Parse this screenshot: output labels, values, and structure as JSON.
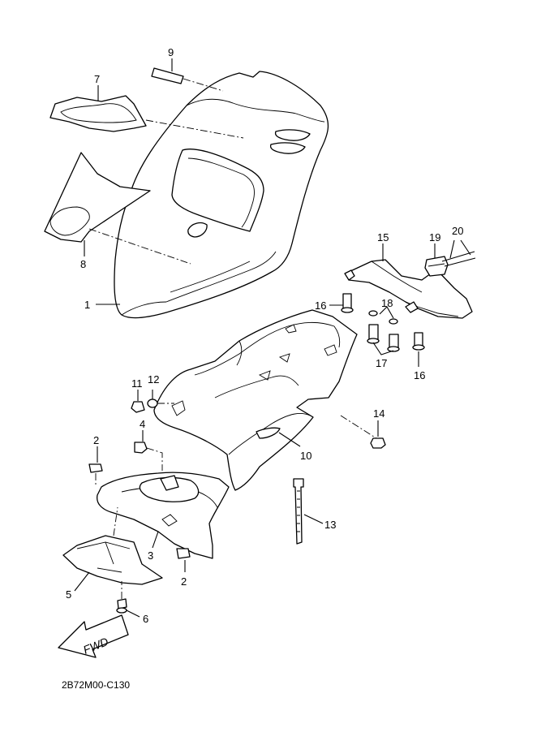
{
  "diagram": {
    "code": "2B72M00-C130",
    "direction_badge": "FWD",
    "callouts": [
      "1",
      "2",
      "2",
      "3",
      "4",
      "5",
      "6",
      "7",
      "8",
      "9",
      "10",
      "11",
      "12",
      "13",
      "14",
      "15",
      "16",
      "16",
      "17",
      "18",
      "19",
      "20"
    ]
  }
}
